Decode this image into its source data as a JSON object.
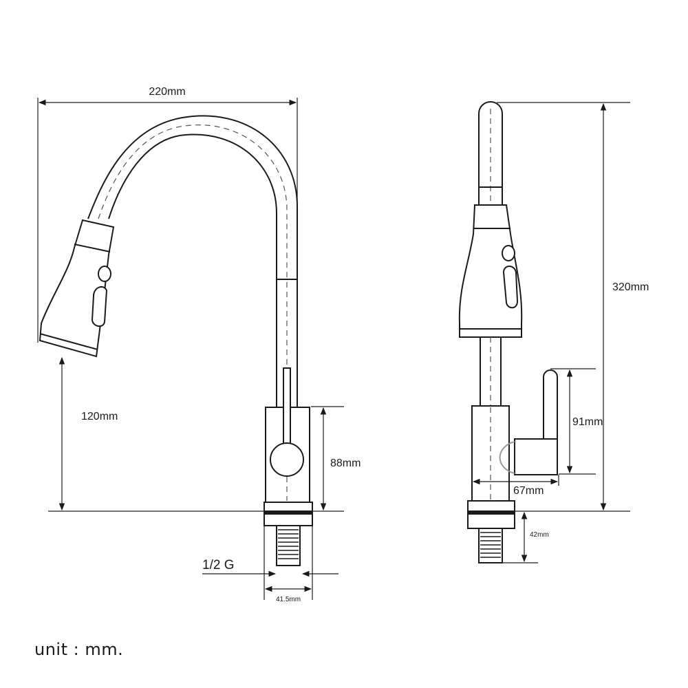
{
  "dimensions": {
    "width_top": "220mm",
    "spout_height": "120mm",
    "body_height": "88mm",
    "thread": "1/2 G",
    "base_width": "41.5mm",
    "total_height": "320mm",
    "handle_height": "91mm",
    "handle_depth": "67mm",
    "shank_length": "42mm"
  },
  "unit_note": "unit : mm."
}
